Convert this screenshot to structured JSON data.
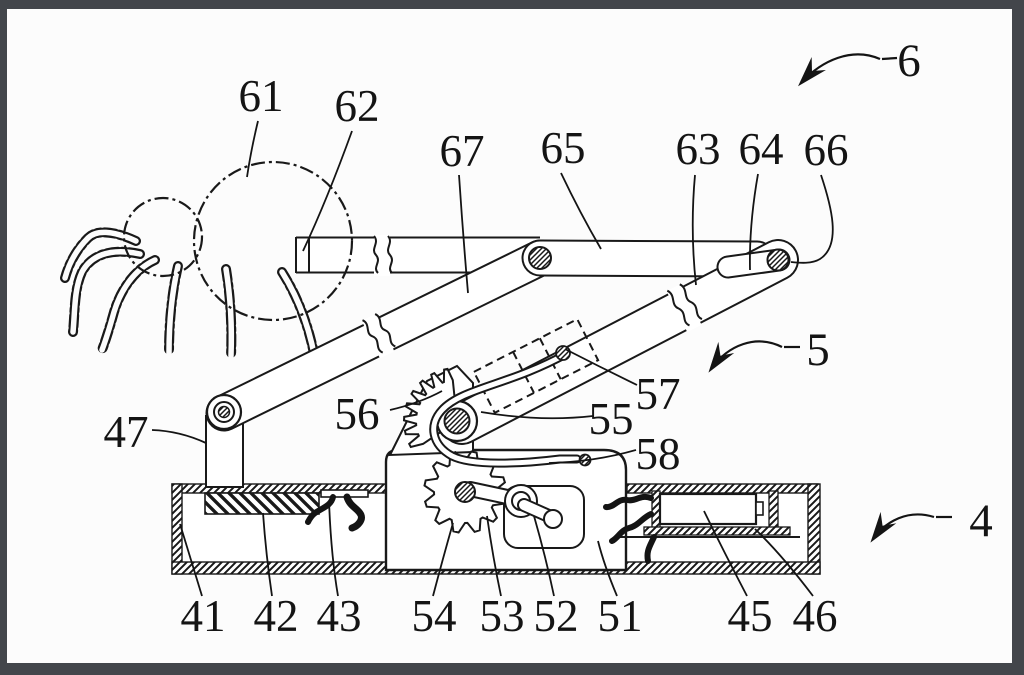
{
  "figure": {
    "kind": "patent-mechanism-drawing",
    "assembly_arrow_labels": [
      "6",
      "5",
      "4"
    ]
  },
  "colors": {
    "ink": "#191919",
    "frame": "#43464b",
    "paper": "#fcfcfc"
  },
  "labels": {
    "l61": "61",
    "l62": "62",
    "l67": "67",
    "l65": "65",
    "l63": "63",
    "l64": "64",
    "l66": "66",
    "l6": "6",
    "l5": "5",
    "l4": "4",
    "l57": "57",
    "l55": "55",
    "l58": "58",
    "l47": "47",
    "l56": "56",
    "l41": "41",
    "l42": "42",
    "l43": "43",
    "l54": "54",
    "l53": "53",
    "l52": "52",
    "l51": "51",
    "l45": "45",
    "l46": "46"
  }
}
